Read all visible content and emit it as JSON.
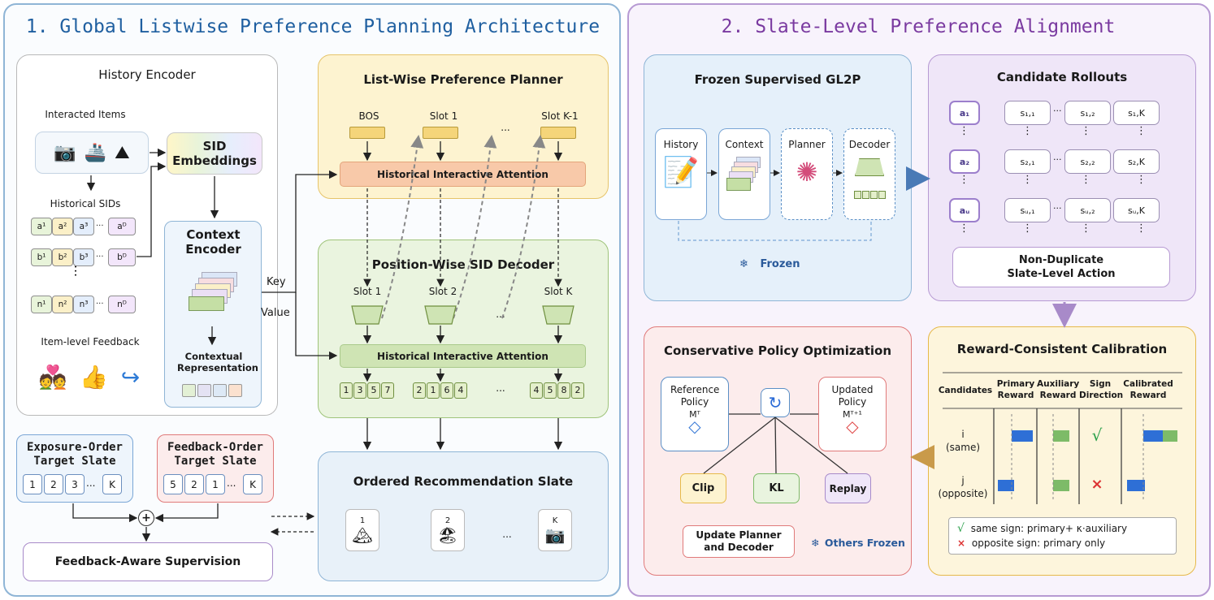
{
  "section1": {
    "title": "1. Global Listwise Preference Planning Architecture",
    "history_encoder": {
      "title": "History Encoder",
      "interacted_items": "Interacted Items",
      "historical_sids": "Historical SIDs",
      "rows": [
        [
          "a¹",
          "a²",
          "a³",
          "aᴰ"
        ],
        [
          "b¹",
          "b²",
          "b³",
          "bᴰ"
        ],
        [
          "n¹",
          "n²",
          "n³",
          "nᴰ"
        ]
      ],
      "ellipsis": "...",
      "item_level_feedback": "Item-level Feedback"
    },
    "sid_embeddings": "SID Embeddings",
    "context_encoder": {
      "title": "Context Encoder",
      "output": "Contextual Representation"
    },
    "key_label": "Key",
    "value_label": "Value",
    "planner": {
      "title": "List-Wise Preference Planner",
      "slots": [
        "BOS",
        "Slot 1",
        "...",
        "Slot K-1"
      ],
      "attention": "Historical Interactive Attention"
    },
    "decoder": {
      "title": "Position-Wise SID Decoder",
      "slots": [
        "Slot 1",
        "Slot 2",
        "Slot K"
      ],
      "dots": "...",
      "attention": "Historical Interactive Attention",
      "codes": [
        [
          "1",
          "3",
          "5",
          "7"
        ],
        [
          "2",
          "1",
          "6",
          "4"
        ],
        [
          "4",
          "5",
          "8",
          "2"
        ]
      ],
      "codes_ellipsis": "..."
    },
    "slate": {
      "title": "Ordered Recommendation Slate",
      "items": [
        "1",
        "2",
        "K"
      ],
      "ellipsis": "..."
    },
    "exposure_target": {
      "title": "Exposure-Order Target Slate",
      "cells": [
        "1",
        "2",
        "3",
        "K"
      ],
      "ellipsis": "..."
    },
    "feedback_target": {
      "title": "Feedback-Order Target Slate",
      "cells": [
        "5",
        "2",
        "1",
        "K"
      ],
      "ellipsis": "..."
    },
    "plus": "+",
    "supervision": "Feedback-Aware Supervision"
  },
  "section2": {
    "title": "2. Slate-Level Preference Alignment",
    "frozen_model": {
      "title": "Frozen Supervised GL2P",
      "blocks": [
        "History",
        "Context",
        "Planner",
        "Decoder"
      ],
      "frozen_icon": "❄",
      "frozen_label": "Frozen"
    },
    "rollouts": {
      "title": "Candidate Rollouts",
      "actions": [
        "a₁",
        "a₂",
        "aᵤ"
      ],
      "rows": [
        [
          "s₁,₁",
          "s₁,₂",
          "s₁,K"
        ],
        [
          "s₂,₁",
          "s₂,₂",
          "s₂,K"
        ],
        [
          "sᵤ,₁",
          "sᵤ,₂",
          "sᵤ,K"
        ]
      ],
      "hdots": "···",
      "vdots": "⋮",
      "action_label": "Non-Duplicate Slate-Level Action"
    },
    "calibration": {
      "title": "Reward-Consistent Calibration",
      "headers": [
        "Candidates",
        "Primary Reward",
        "Auxiliary Reward",
        "Sign Direction",
        "Calibrated Reward"
      ],
      "rows": [
        {
          "candidate": "i",
          "note": "(same)",
          "sign": "√"
        },
        {
          "candidate": "j",
          "note": "(opposite)",
          "sign": "×"
        }
      ],
      "legend": [
        {
          "mark": "√",
          "text": "same sign: primary+ κ·auxiliary"
        },
        {
          "mark": "×",
          "text": "opposite sign: primary only"
        }
      ]
    },
    "cpo": {
      "title": "Conservative Policy Optimization",
      "reference_policy": "Reference Policy",
      "reference_symbol": "Mᵀ",
      "updated_policy": "Updated Policy",
      "updated_symbol": "Mᵀ⁺¹",
      "refresh_icon": "↻",
      "clip": "Clip",
      "kl": "KL",
      "replay": "Replay",
      "update": "Update Planner and Decoder",
      "frozen_icon": "❄",
      "others_frozen": "Others Frozen"
    }
  },
  "colors": {
    "left_border": "#8fb5d6",
    "right_border": "#b79ad3",
    "planner_fill": "#fdf3d0",
    "decoder_fill": "#eaf4df",
    "slate_fill": "#e8f1f9",
    "red_border": "#e07a7a",
    "title_blue": "#1f5fa0",
    "title_purple": "#7a3aa0"
  }
}
